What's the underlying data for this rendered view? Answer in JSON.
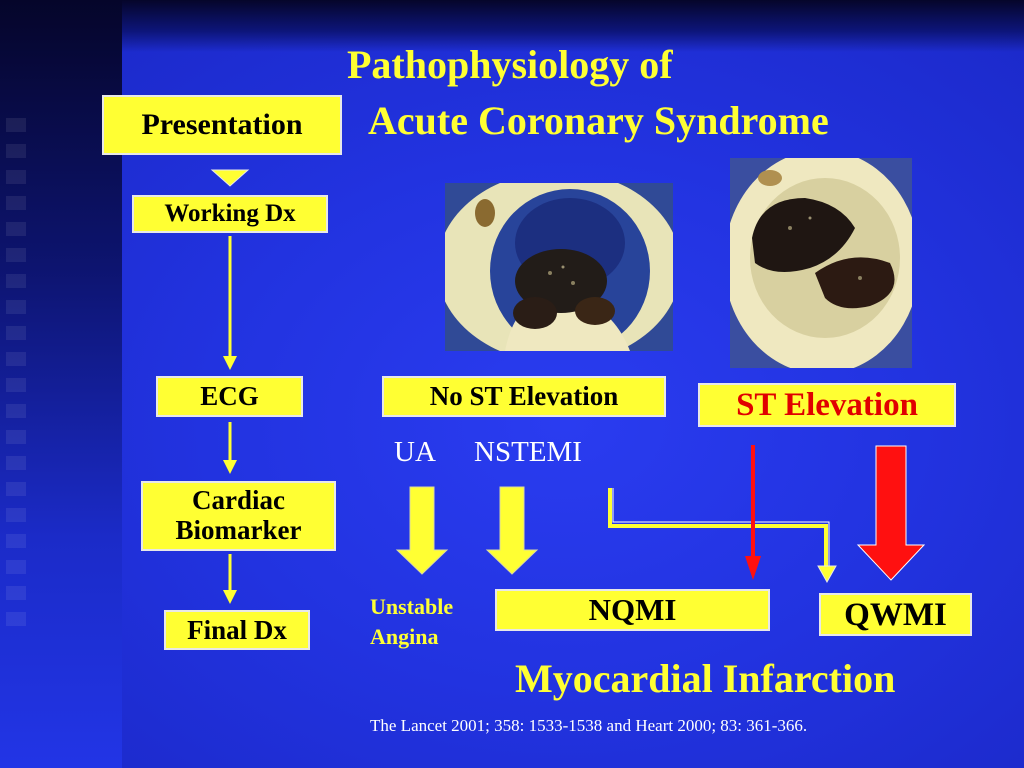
{
  "title": {
    "line1": "Pathophysiology of",
    "line2": "Acute Coronary Syndrome"
  },
  "flow": {
    "presentation": "Presentation",
    "working_dx": "Working Dx",
    "ecg": "ECG",
    "cardiac_biomarker_line1": "Cardiac",
    "cardiac_biomarker_line2": "Biomarker",
    "final_dx": "Final Dx"
  },
  "categories": {
    "no_st_elevation": "No ST Elevation",
    "st_elevation": "ST Elevation",
    "ua": "UA",
    "nstemi": "NSTEMI",
    "unstable_line1": "Unstable",
    "unstable_line2": "Angina",
    "nqmi": "NQMI",
    "qwmi": "QWMI",
    "myocardial_infarction": "Myocardial Infarction"
  },
  "citation": "The Lancet 2001; 358: 1533-1538 and Heart 2000; 83: 361-366.",
  "colors": {
    "background": "#2233e0",
    "box": "#ffff33",
    "title": "#ffff33",
    "st_box_text": "#e00000",
    "red_arrow": "#ff1010"
  }
}
